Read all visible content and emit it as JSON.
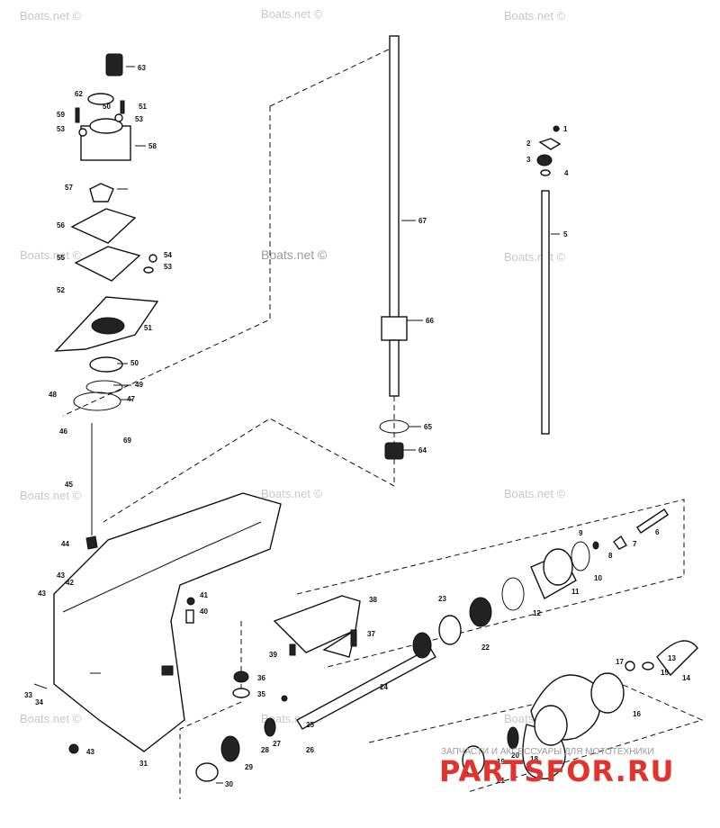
{
  "watermarks": [
    {
      "text": "Boats.net ©"
    },
    {
      "text": "Boats.net ©"
    },
    {
      "text": "Boats.net ©"
    },
    {
      "text": "Boats.net ©"
    },
    {
      "text": "Boats.net ©"
    },
    {
      "text": "Boats.net ©"
    },
    {
      "text": "Boats.net ©"
    },
    {
      "text": "Boats.net ©"
    },
    {
      "text": "Boats.net ©"
    },
    {
      "text": "Boats.net ©"
    },
    {
      "text": "Boats.net ©"
    },
    {
      "text": "Boats.net ©"
    }
  ],
  "brand": {
    "tagline": "ЗАПЧАСТИ И АКСЕССУАРЫ ДЛЯ МОТОТЕХНИКИ",
    "name": "PARTSFOR.RU",
    "accent_color": "#e0342c"
  },
  "callouts": [
    {
      "num": "1"
    },
    {
      "num": "2"
    },
    {
      "num": "3"
    },
    {
      "num": "4"
    },
    {
      "num": "5"
    },
    {
      "num": "6"
    },
    {
      "num": "7"
    },
    {
      "num": "8"
    },
    {
      "num": "9"
    },
    {
      "num": "10"
    },
    {
      "num": "11"
    },
    {
      "num": "12"
    },
    {
      "num": "13"
    },
    {
      "num": "14"
    },
    {
      "num": "15"
    },
    {
      "num": "16"
    },
    {
      "num": "17"
    },
    {
      "num": "18"
    },
    {
      "num": "19"
    },
    {
      "num": "20"
    },
    {
      "num": "21"
    },
    {
      "num": "22"
    },
    {
      "num": "23"
    },
    {
      "num": "24"
    },
    {
      "num": "25"
    },
    {
      "num": "26"
    },
    {
      "num": "27"
    },
    {
      "num": "28"
    },
    {
      "num": "29"
    },
    {
      "num": "30"
    },
    {
      "num": "31"
    },
    {
      "num": "33"
    },
    {
      "num": "34"
    },
    {
      "num": "35"
    },
    {
      "num": "36"
    },
    {
      "num": "37"
    },
    {
      "num": "38"
    },
    {
      "num": "39"
    },
    {
      "num": "40"
    },
    {
      "num": "41"
    },
    {
      "num": "42"
    },
    {
      "num": "43"
    },
    {
      "num": "43"
    },
    {
      "num": "43"
    },
    {
      "num": "44"
    },
    {
      "num": "45"
    },
    {
      "num": "46"
    },
    {
      "num": "47"
    },
    {
      "num": "48"
    },
    {
      "num": "49"
    },
    {
      "num": "50"
    },
    {
      "num": "50"
    },
    {
      "num": "51"
    },
    {
      "num": "51"
    },
    {
      "num": "52"
    },
    {
      "num": "53"
    },
    {
      "num": "53"
    },
    {
      "num": "53"
    },
    {
      "num": "54"
    },
    {
      "num": "55"
    },
    {
      "num": "56"
    },
    {
      "num": "57"
    },
    {
      "num": "58"
    },
    {
      "num": "59"
    },
    {
      "num": "62"
    },
    {
      "num": "63"
    },
    {
      "num": "64"
    },
    {
      "num": "65"
    },
    {
      "num": "66"
    },
    {
      "num": "67"
    },
    {
      "num": "69"
    }
  ]
}
